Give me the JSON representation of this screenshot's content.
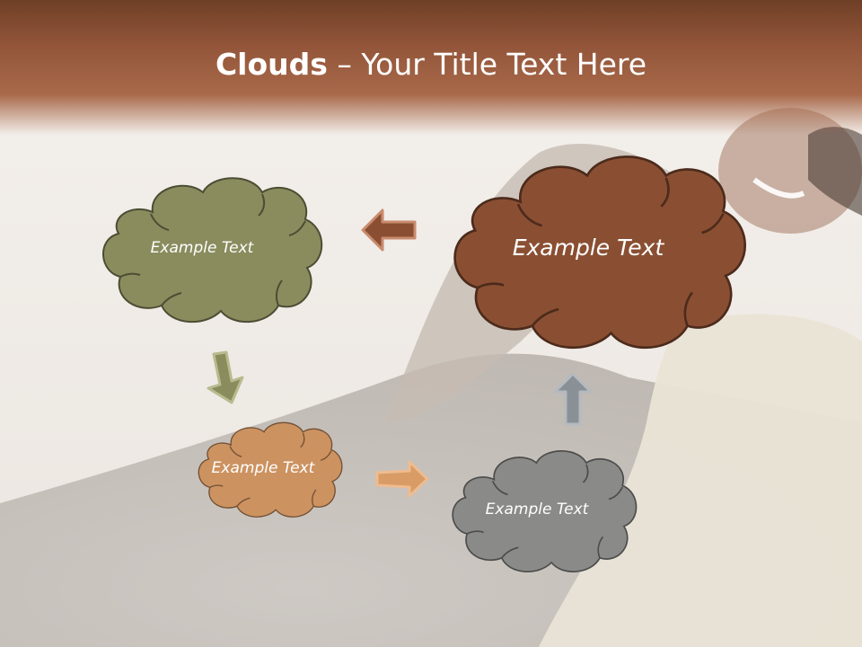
{
  "slide": {
    "title_bold": "Clouds",
    "title_dash": " – ",
    "title_rest": "Your Title Text Here"
  },
  "clouds": [
    {
      "id": "olive",
      "text": "Example Text",
      "color": "#8a8c5e"
    },
    {
      "id": "brown",
      "text": "Example Text",
      "color": "#8a4f32"
    },
    {
      "id": "tan",
      "text": "Example Text",
      "color": "#cc9260"
    },
    {
      "id": "gray",
      "text": "Example Text",
      "color": "#8a8a88"
    }
  ],
  "arrows": [
    {
      "id": "left",
      "direction": "left",
      "color": "#8a4f32"
    },
    {
      "id": "down",
      "direction": "down-left",
      "color": "#8a8c5e"
    },
    {
      "id": "right",
      "direction": "right",
      "color": "#d99c66"
    },
    {
      "id": "up",
      "direction": "up",
      "color": "#8a9196"
    }
  ],
  "colors": {
    "header": "#94563a",
    "title_text": "#ffffff"
  }
}
